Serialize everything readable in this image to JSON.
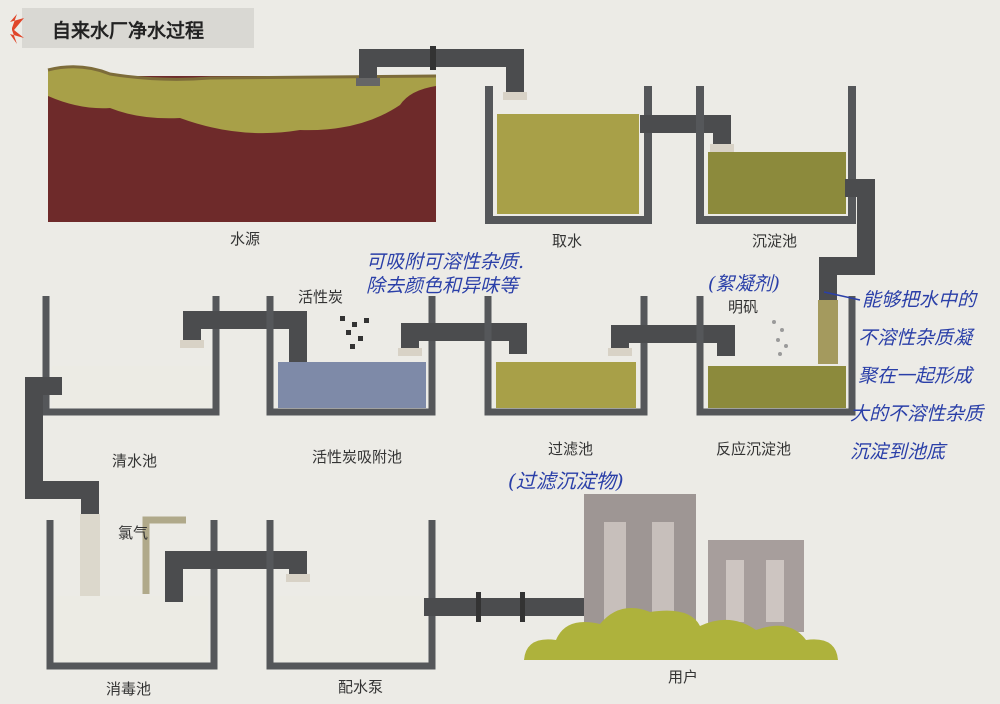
{
  "title": "自来水厂净水过程",
  "stages": {
    "source": "水源",
    "intake": "取水",
    "settling": "沉淀池",
    "reaction_settling": "反应沉淀池",
    "filter": "过滤池",
    "carbon": "活性炭吸附池",
    "clear": "清水池",
    "disinfect": "消毒池",
    "pump": "配水泵",
    "users": "用户"
  },
  "additives": {
    "carbon": "活性炭",
    "alum": "明矾",
    "chlorine": "氯气"
  },
  "notes": {
    "carbon_note_line1": "可吸附可溶性杂质.",
    "carbon_note_line2": "除去颜色和异味等",
    "coagulant": "(絮凝剂)",
    "alum_note_lines": [
      "能够把水中的",
      "不溶性杂质凝",
      "聚在一起形成",
      "大的不溶性杂质",
      "沉淀到池底"
    ],
    "filter_note": "(过滤沉淀物)"
  },
  "colors": {
    "pipe": "#4b4c4e",
    "wall": "#55575a",
    "muddy_water": "#a8a048",
    "settled_water": "#8c8a3c",
    "soil": "#6e2a2a",
    "carbon_water": "#7e8aa8",
    "clean_water": "#ecebe4",
    "ink": "#2a3fa8"
  }
}
